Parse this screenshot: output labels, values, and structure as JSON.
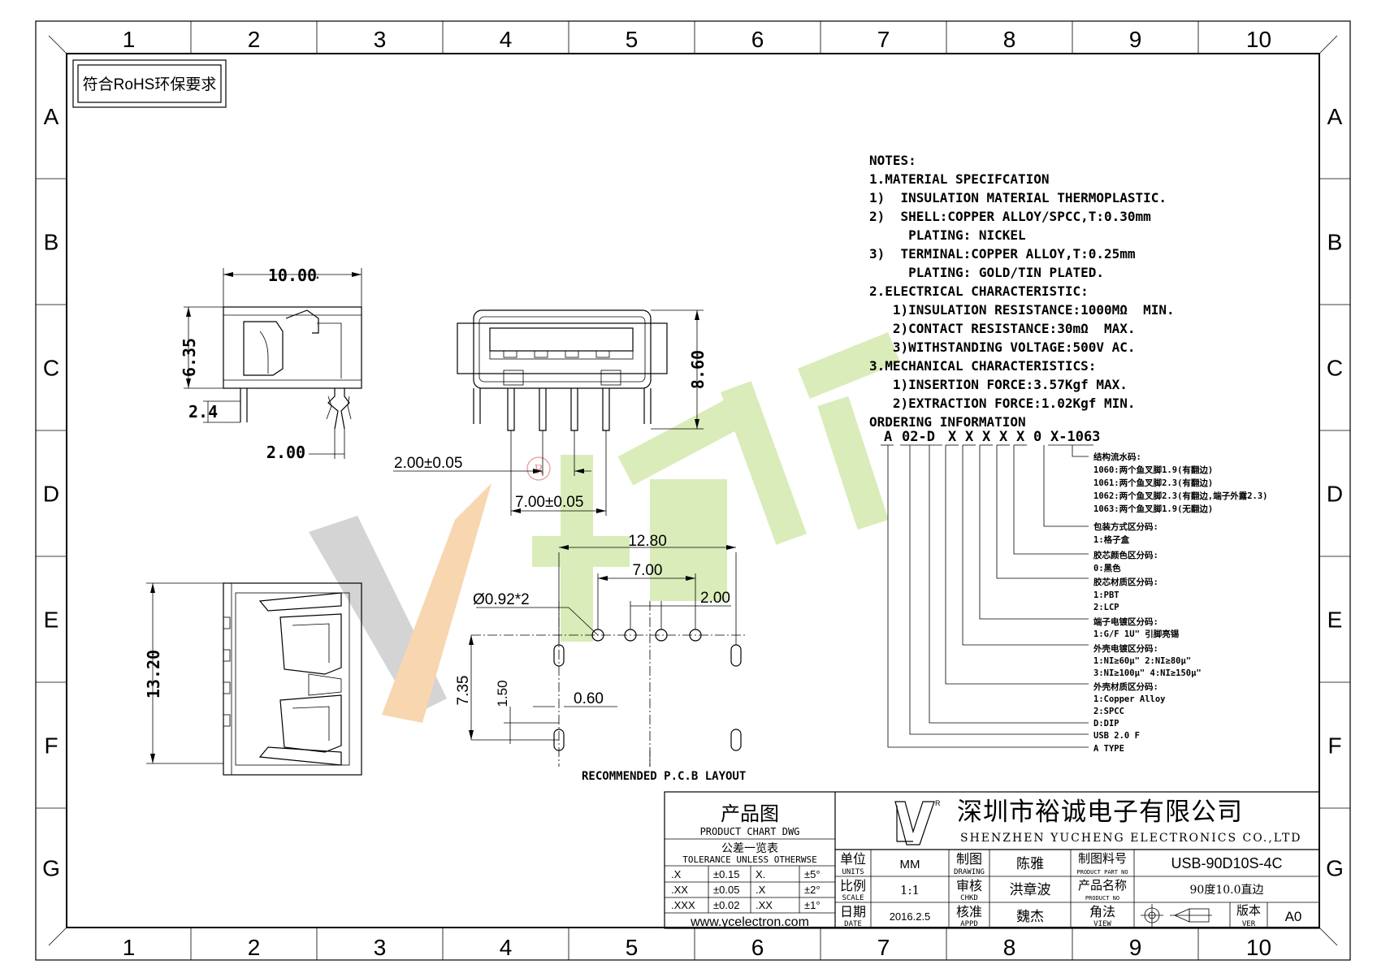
{
  "frame": {
    "col_labels": [
      "1",
      "2",
      "3",
      "4",
      "5",
      "6",
      "7",
      "8",
      "9",
      "10"
    ],
    "row_labels": [
      "A",
      "B",
      "C",
      "D",
      "E",
      "F",
      "G"
    ]
  },
  "rohs_note": "符合RoHS环保要求",
  "notes": [
    "NOTES:",
    "1.MATERIAL SPECIFCATION",
    "1)  INSULATION MATERIAL THERMOPLASTIC.",
    "2)  SHELL:COPPER ALLOY/SPCC,T:0.30mm",
    "     PLATING: NICKEL",
    "3)  TERMINAL:COPPER ALLOY,T:0.25mm",
    "     PLATING: GOLD/TIN PLATED.",
    "2.ELECTRICAL CHARACTERISTIC:",
    "   1)INSULATION RESISTANCE:1000MΩ  MIN.",
    "   2)CONTACT RESISTANCE:30mΩ  MAX.",
    "   3)WITHSTANDING VOLTAGE:500V AC.",
    "3.MECHANICAL CHARACTERISTICS:",
    "   1)INSERTION FORCE:3.57Kgf MAX.",
    "   2)EXTRACTION FORCE:1.02Kgf MIN.",
    "ORDERING INFORMATION"
  ],
  "part_code": {
    "a": "A",
    "b": "02-D",
    "x1": "X",
    "x2": "X",
    "x3": "X",
    "x4": "X",
    "x5": "X",
    "zero": "0",
    "suffix": "X-1063"
  },
  "ordering_legend": [
    "结构流水码:",
    "1060:两个鱼叉脚1.9(有翻边)",
    "1061:两个鱼叉脚2.3(有翻边)",
    "1062:两个鱼叉脚2.3(有翻边,端子外露2.3)",
    "1063:两个鱼叉脚1.9(无翻边)",
    "包装方式区分码:",
    "1:格子盒",
    "胶芯颜色区分码:",
    "0:黑色",
    "胶芯材质区分码:",
    "1:PBT",
    "2:LCP",
    "端子电镀区分码:",
    "1:G/F 1U\" 引脚亮锡",
    "外壳电镀区分码:",
    "1:NI≥60μ\"  2:NI≥80μ\"",
    "3:NI≥100μ\"  4:NI≥150μ\"",
    "外壳材质区分码:",
    "1:Copper Alloy",
    "2:SPCC",
    "D:DIP",
    "USB 2.0 F",
    "A TYPE"
  ],
  "dimensions": {
    "side_width": "10.00",
    "side_height": "6.35",
    "side_pin": "2.4",
    "side_pin_pitch": "2.00",
    "front_height": "8.60",
    "front_pitch": "2.00±0.05",
    "front_span": "7.00±0.05",
    "top_height": "13.20",
    "pcb_width": "12.80",
    "pcb_pin_span": "7.00",
    "pcb_pitch": "2.00",
    "pcb_hole": "Ø0.92*2",
    "pcb_depth": "7.35",
    "pcb_offset": "1.50",
    "pcb_slot": "0.60",
    "pcb_caption": "RECOMMENDED   P.C.B LAYOUT"
  },
  "title_block": {
    "product_chart_cn": "产品图",
    "product_chart_en": "PRODUCT CHART DWG",
    "tolerance_cn": "公差一览表",
    "tolerance_en": "TOLERANCE UNLESS OTHERWSE",
    "tolerances": [
      [
        ".X",
        "±0.15",
        "X.",
        "±5°"
      ],
      [
        ".XX",
        "±0.05",
        ".X",
        "±2°"
      ],
      [
        ".XXX",
        "±0.02",
        ".XX",
        "±1°"
      ]
    ],
    "website": "www.ycelectron.com",
    "company_cn": "深圳市裕诚电子有限公司",
    "company_en": "SHENZHEN YUCHENG ELECTRONICS CO.,LTD",
    "units_cn": "单位",
    "units_en": "UNITS",
    "units_val": "MM",
    "drawing_cn": "制图",
    "drawing_en": "DRAWING",
    "drawing_val": "陈雅",
    "part_no_cn": "制图料号",
    "part_no_en": "PRODUCT PART NO",
    "part_no_val": "USB-90D10S-4C",
    "scale_cn": "比例",
    "scale_en": "SCALE",
    "scale_val": "1:1",
    "chkd_cn": "审核",
    "chkd_en": "CHKD",
    "chkd_val": "洪章波",
    "prod_name_cn": "产品名称",
    "prod_name_en": "PRODUCT NO",
    "prod_name_val": "90度10.0直边",
    "date_cn": "日期",
    "date_en": "DATE",
    "date_val": "2016.2.5",
    "appd_cn": "核准",
    "appd_en": "APPD",
    "appd_val": "魏杰",
    "view_cn": "角法",
    "view_en": "VIEW",
    "ver_cn": "版本",
    "ver_en": "VER",
    "ver_val": "A0"
  },
  "colors": {
    "watermark_green": "#d6eab2",
    "watermark_orange": "#f7d2a8",
    "watermark_gray": "#d0d0d0",
    "mark_red": "#e38a8a"
  }
}
